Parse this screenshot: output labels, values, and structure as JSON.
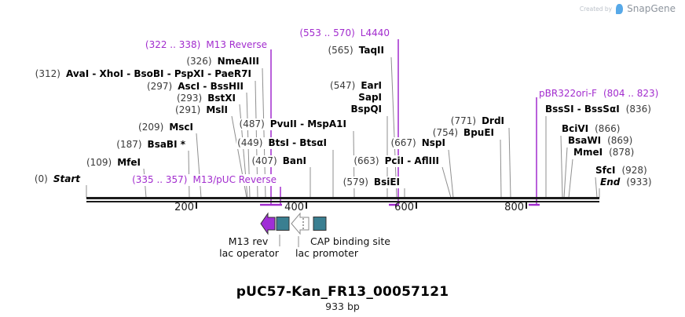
{
  "watermark": {
    "created_by": "Created by",
    "brand": "SnapGene"
  },
  "map": {
    "title": "pUC57-Kan_FR13_00057121",
    "length": "933 bp",
    "ruler": {
      "tick_labels": [
        "200",
        "400",
        "600",
        "800"
      ]
    },
    "primers": [
      {
        "range": "(322 .. 338)",
        "name": "M13 Reverse"
      },
      {
        "range": "(335 .. 357)",
        "name": "M13/pUC Reverse"
      },
      {
        "range": "(553 .. 570)",
        "name": "L4440"
      },
      {
        "name": "pBR322ori-F",
        "range": "(804 .. 823)"
      }
    ],
    "sites": [
      {
        "pos": "(0)",
        "names": "Start"
      },
      {
        "pos": "(109)",
        "names": "MfeI"
      },
      {
        "pos": "(187)",
        "names": "BsaBI *"
      },
      {
        "pos": "(209)",
        "names": "MscI"
      },
      {
        "pos": "(291)",
        "names": "MslI"
      },
      {
        "pos": "(293)",
        "names": "BstXI"
      },
      {
        "pos": "(297)",
        "names": "AscI - BssHII"
      },
      {
        "pos": "(312)",
        "names": "AvaI - XhoI - BsoBI - PspXI - PaeR7I"
      },
      {
        "pos": "(326)",
        "names": "NmeAIII"
      },
      {
        "pos": "(407)",
        "names": "BanI"
      },
      {
        "pos": "(449)",
        "names": "BtsI - BtsαI"
      },
      {
        "pos": "(487)",
        "names": "PvuII - MspA1I"
      },
      {
        "pos": "(547)",
        "names": "EarI",
        "extra": [
          "SapI",
          "BspQI"
        ]
      },
      {
        "pos": "(565)",
        "names": "TaqII"
      },
      {
        "pos": "(579)",
        "names": "BsiEI"
      },
      {
        "pos": "(663)",
        "names": "PciI - AflIII"
      },
      {
        "pos": "(667)",
        "names": "NspI"
      },
      {
        "pos": "(754)",
        "names": "BpuEI"
      },
      {
        "pos": "(771)",
        "names": "DrdI"
      },
      {
        "names": "BssSI - BssSαI",
        "pos": "(836)"
      },
      {
        "names": "BciVI",
        "pos": "(866)"
      },
      {
        "names": "BsaWI",
        "pos": "(869)"
      },
      {
        "names": "MmeI",
        "pos": "(878)"
      },
      {
        "names": "SfcI",
        "pos": "(928)"
      },
      {
        "names": "End",
        "pos": "(933)"
      }
    ],
    "features": [
      {
        "label": "M13 rev"
      },
      {
        "label": "lac operator"
      },
      {
        "label": "lac promoter"
      },
      {
        "label": "CAP binding site"
      }
    ],
    "colors": {
      "primer_purple": "#a22cce",
      "feature_teal": "#3a7f91",
      "arrow_purple": "#a02ed6",
      "leader_gray": "#8f8f8f",
      "ruler_black": "#1b1b1b"
    }
  }
}
